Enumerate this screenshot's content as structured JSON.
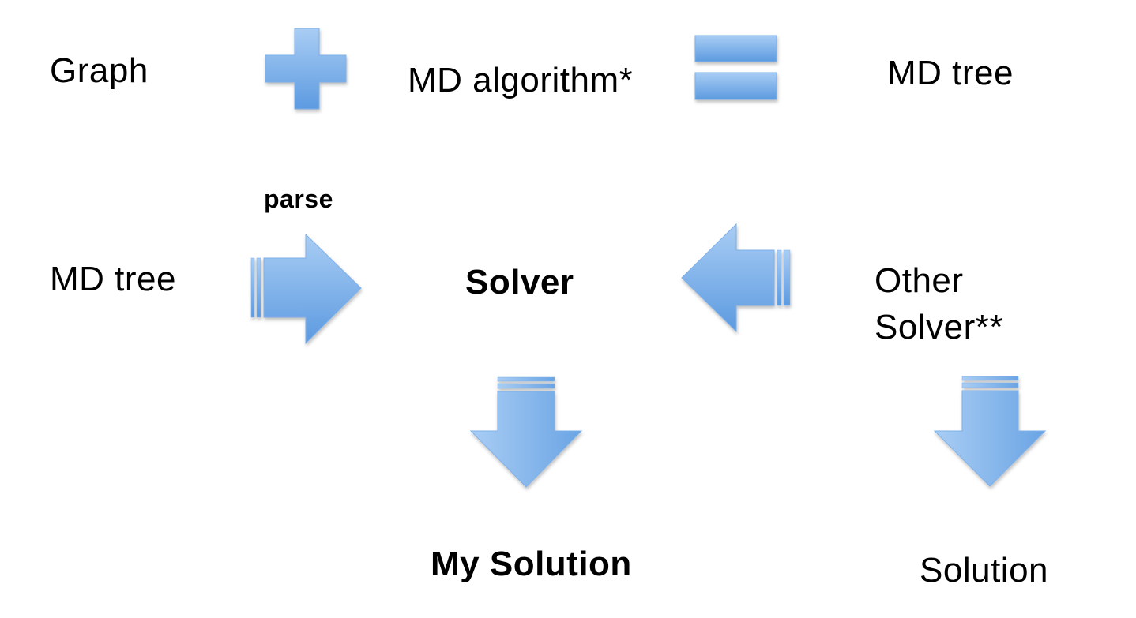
{
  "labels": {
    "graph": "Graph",
    "md_algorithm": "MD algorithm*",
    "md_tree_result": "MD tree",
    "parse": "parse",
    "md_tree_input": "MD tree",
    "solver": "Solver",
    "other_solver_line1": "Other",
    "other_solver_line2": "Solver**",
    "my_solution": "My Solution",
    "solution": "Solution"
  },
  "icons": {
    "plus": "plus-icon",
    "equals": "equals-icon",
    "right": "arrow-right-icon",
    "left": "arrow-left-icon",
    "down": "arrow-down-icon"
  },
  "colors": {
    "shape_light": "#a9cdf4",
    "shape_dark": "#5c9ae0",
    "shape_stroke": "#7fb0e8"
  }
}
